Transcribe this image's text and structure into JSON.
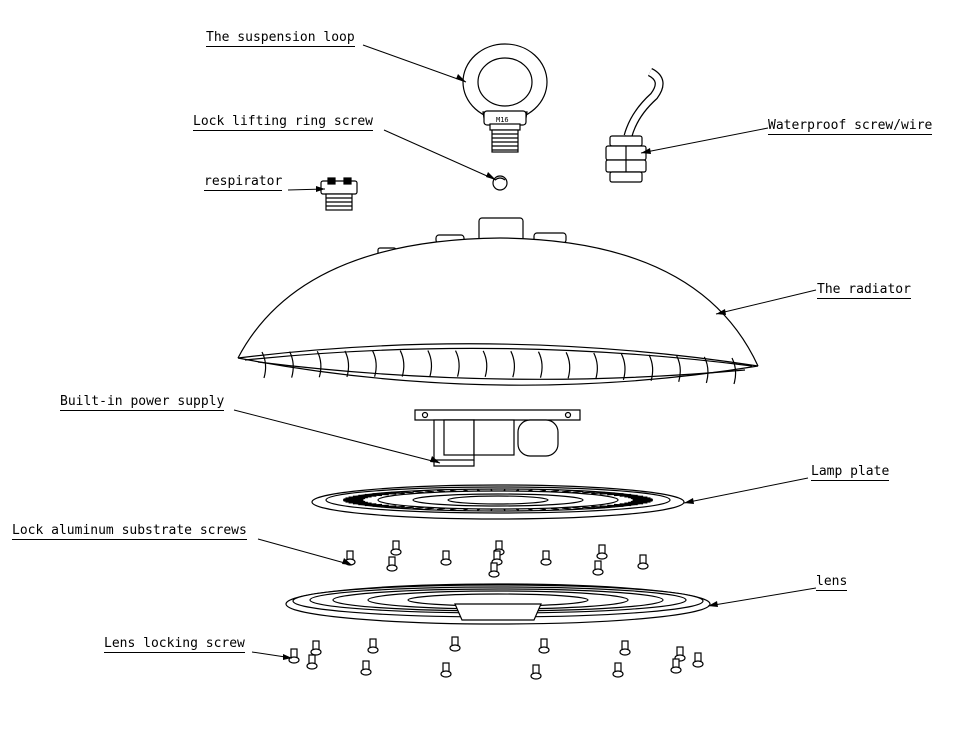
{
  "labels": {
    "suspension_loop": "The suspension loop",
    "lock_lifting_ring_screw": "Lock lifting ring screw",
    "waterproof_screw_wire": "Waterproof screw/wire",
    "respirator": "respirator",
    "radiator": "The radiator",
    "power_supply": "Built-in power supply",
    "lamp_plate": "Lamp plate",
    "lock_aluminum_substrate_screws": "Lock aluminum substrate screws",
    "lens": "lens",
    "lens_locking_screw": "Lens locking screw"
  },
  "ring_marking": "M16"
}
